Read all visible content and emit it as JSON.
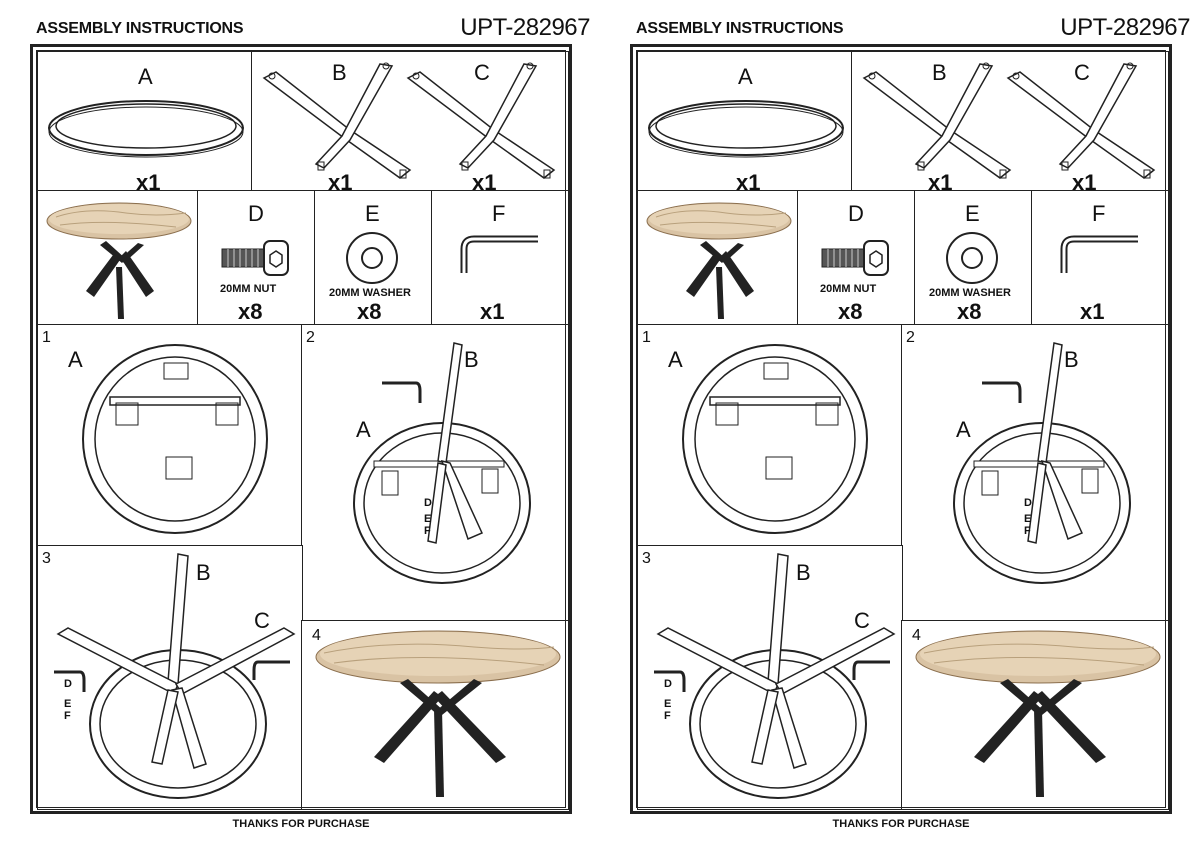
{
  "pages": [
    {
      "header": "ASSEMBLY INSTRUCTIONS",
      "code": "UPT-282967",
      "parts": {
        "A": {
          "letter": "A",
          "qty": "x1"
        },
        "B": {
          "letter": "B",
          "qty": "x1"
        },
        "C": {
          "letter": "C",
          "qty": "x1"
        },
        "D": {
          "letter": "D",
          "label": "20MM NUT",
          "qty": "x8"
        },
        "E": {
          "letter": "E",
          "label": "20MM WASHER",
          "qty": "x8"
        },
        "F": {
          "letter": "F",
          "qty": "x1"
        }
      },
      "steps": {
        "s1": {
          "num": "1",
          "tag": "A"
        },
        "s2": {
          "num": "2",
          "tagA": "A",
          "tagB": "B",
          "d": "D",
          "e": "E",
          "f": "F"
        },
        "s3": {
          "num": "3",
          "tagB": "B",
          "tagC": "C",
          "d": "D",
          "e": "E",
          "f": "F"
        },
        "s4": {
          "num": "4"
        }
      },
      "footer": "THANKS FOR PURCHASE"
    },
    {
      "header": "ASSEMBLY INSTRUCTIONS",
      "code": "UPT-282967",
      "parts": {
        "A": {
          "letter": "A",
          "qty": "x1"
        },
        "B": {
          "letter": "B",
          "qty": "x1"
        },
        "C": {
          "letter": "C",
          "qty": "x1"
        },
        "D": {
          "letter": "D",
          "label": "20MM NUT",
          "qty": "x8"
        },
        "E": {
          "letter": "E",
          "label": "20MM WASHER",
          "qty": "x8"
        },
        "F": {
          "letter": "F",
          "qty": "x1"
        }
      },
      "steps": {
        "s1": {
          "num": "1",
          "tag": "A"
        },
        "s2": {
          "num": "2",
          "tagA": "A",
          "tagB": "B",
          "d": "D",
          "e": "E",
          "f": "F"
        },
        "s3": {
          "num": "3",
          "tagB": "B",
          "tagC": "C",
          "d": "D",
          "e": "E",
          "f": "F"
        },
        "s4": {
          "num": "4"
        }
      },
      "footer": "THANKS FOR PURCHASE"
    }
  ]
}
